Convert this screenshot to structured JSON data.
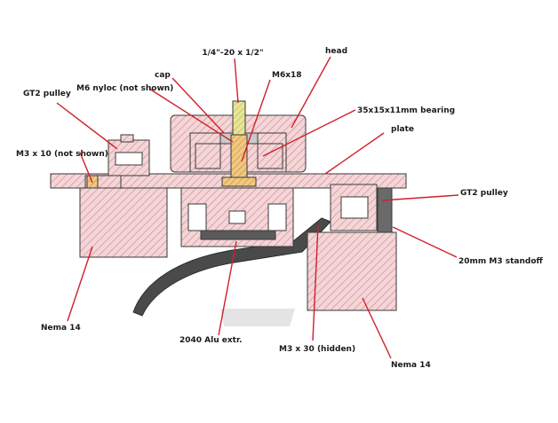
{
  "diagram": {
    "colors": {
      "section_fill": "#f3d6d8",
      "section_stroke": "#3a3a3a",
      "hatch": "#d98a92",
      "leader": "#d0202c",
      "rail_dark": "#3d3d3d",
      "shadow": "#d9d9d9",
      "bolt_fill": "#e7e59a",
      "screw_fill": "#e8b45a"
    },
    "labels": {
      "bolt": "1/4\"-20 x 1/2\"",
      "head": "head",
      "cap": "cap",
      "m6x18": "M6x18",
      "nyloc": "M6 nyloc (not shown)",
      "gt2_left": "GT2 pulley",
      "bearing": "35x15x11mm bearing",
      "plate": "plate",
      "m3x10": "M3 x 10 (not shown)",
      "gt2_right": "GT2 pulley",
      "standoff": "20mm M3 standoff",
      "nema_left": "Nema 14",
      "alu": "2040 Alu extr.",
      "m3x30": "M3 x 30 (hidden)",
      "nema_right": "Nema 14"
    }
  }
}
